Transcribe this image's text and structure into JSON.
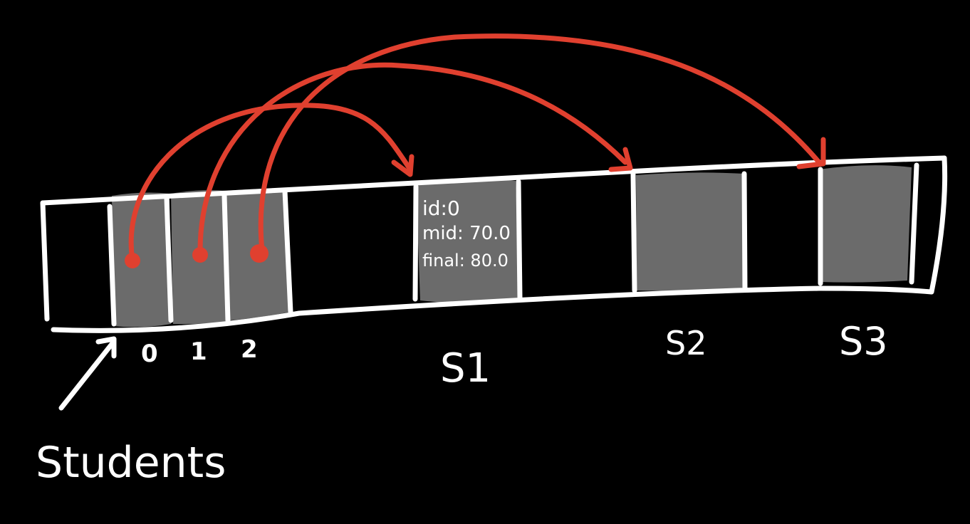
{
  "colors": {
    "background": "#000000",
    "outline": "#ffffff",
    "cell_fill": "#6b6b6b",
    "pointer": "#e0402f"
  },
  "array": {
    "indices": [
      "0",
      "1",
      "2"
    ],
    "label": "Students"
  },
  "objects": [
    {
      "label": "S1",
      "fields": [
        "id:0",
        "mid: 70.0",
        "final: 80.0"
      ]
    },
    {
      "label": "S2"
    },
    {
      "label": "S3"
    }
  ],
  "pointers": [
    {
      "from": "0",
      "to": "S1"
    },
    {
      "from": "1",
      "to": "S2"
    },
    {
      "from": "2",
      "to": "S3"
    }
  ]
}
